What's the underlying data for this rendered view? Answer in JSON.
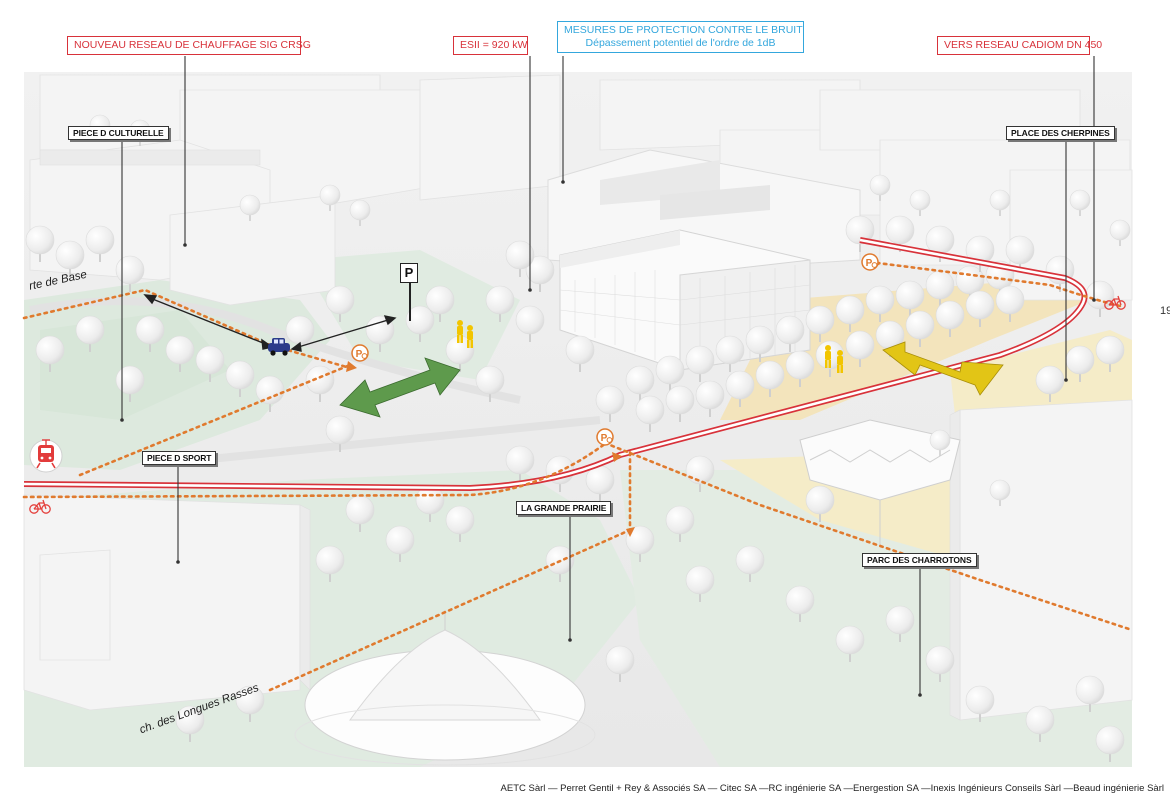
{
  "labels": {
    "heating_network": "NOUVEAU RESEAU DE CHAUFFAGE SIG CRSG",
    "power": "ESII = 920 kW",
    "noise_title": "MESURES DE PROTECTION CONTRE LE BRUIT",
    "noise_sub": "Dépassement potentiel de l'ordre de 1dB",
    "cadiom": "VERS RESEAU CADIOM DN 450"
  },
  "places": {
    "culture": "PIECE D CULTURELLE",
    "cherpines": "PLACE DES CHERPINES",
    "sport": "PIECE D SPORT",
    "prairie": "LA GRANDE PRAIRIE",
    "charrotons": "PARC DES CHARROTONS"
  },
  "roads": {
    "base": "rte de Base",
    "longues": "ch. des Longues Rasses"
  },
  "parking": "P",
  "page_number": "19",
  "credits": "AETC Sàrl — Perret Gentil + Rey & Associés SA — Citec SA —RC ingénierie SA —Energestion SA —Inexis Ingénieurs Conseils Sàrl —Beaud ingénierie Sàrl",
  "colors": {
    "heating_line": "#d8323a",
    "noise_box": "#34a7dd",
    "mobility_path": "#e07a2e",
    "green_arrow": "#5e9a4c",
    "yellow_arrow": "#e2c516",
    "ground_green": "#dde9de",
    "plaza": "#f3e4bc"
  },
  "icons": [
    "tram-icon",
    "bike-icon",
    "car-icon",
    "parking-icon",
    "pedestrian-icon",
    "park-and-ride-icon"
  ]
}
